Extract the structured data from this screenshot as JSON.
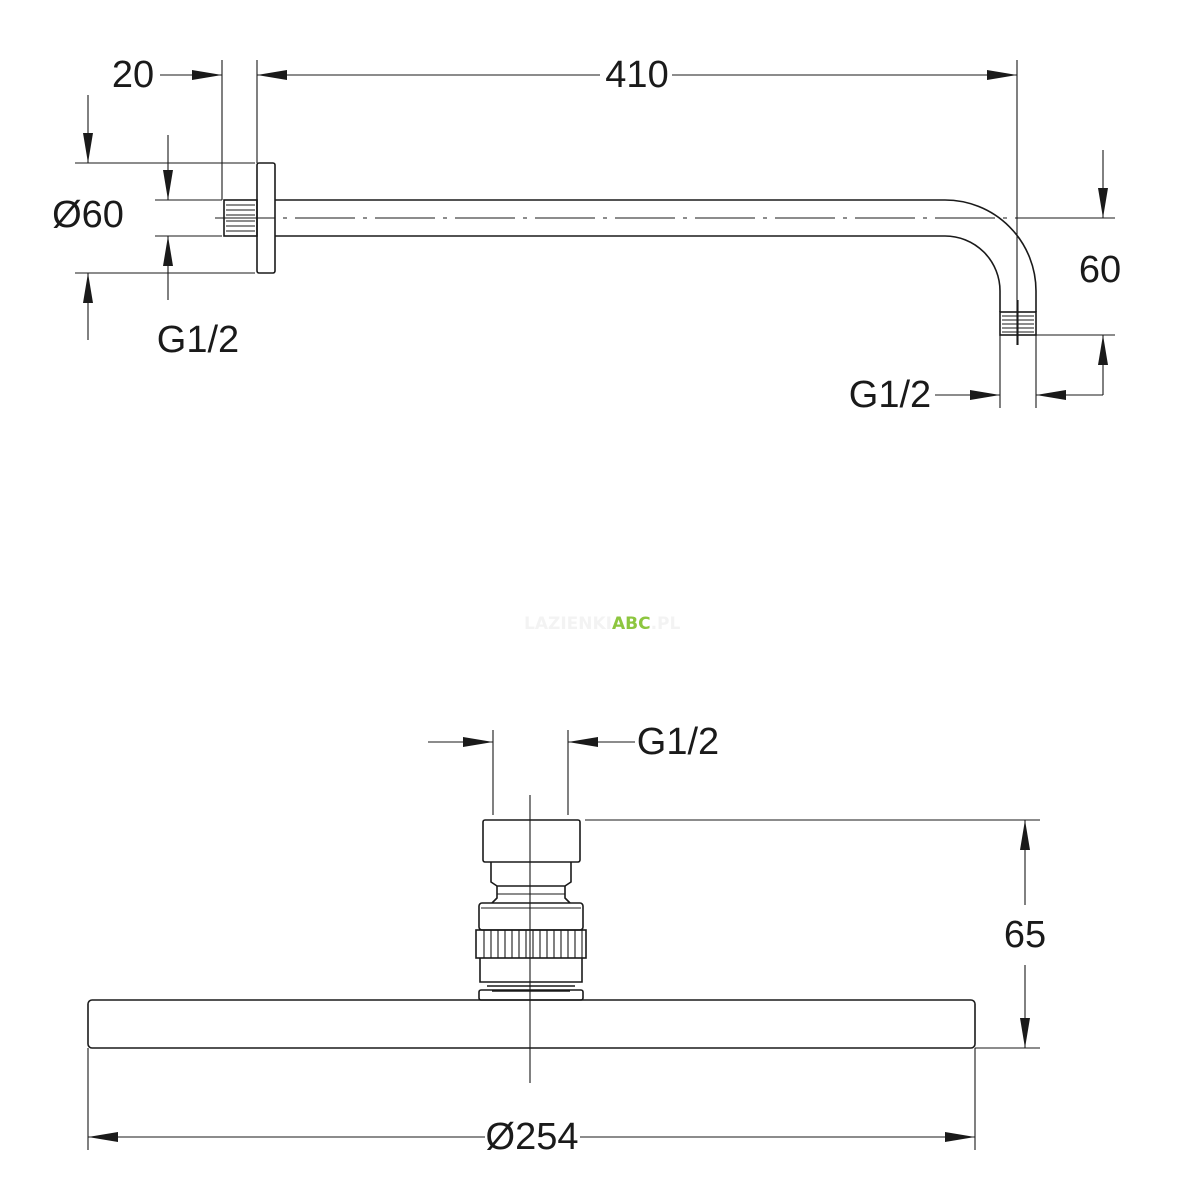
{
  "top_view": {
    "dim_flange_depth": "20",
    "dim_arm_length": "410",
    "dim_flange_diameter": "Ø60",
    "dim_inlet_thread": "G1/2",
    "dim_drop": "60",
    "dim_outlet_thread": "G1/2"
  },
  "watermark": {
    "prefix": "LAZIENKI",
    "brand": "ABC",
    "suffix": ".PL",
    "brand_color": "#8dc63f"
  },
  "head_view": {
    "dim_thread": "G1/2",
    "dim_height": "65",
    "dim_diameter": "Ø254"
  }
}
